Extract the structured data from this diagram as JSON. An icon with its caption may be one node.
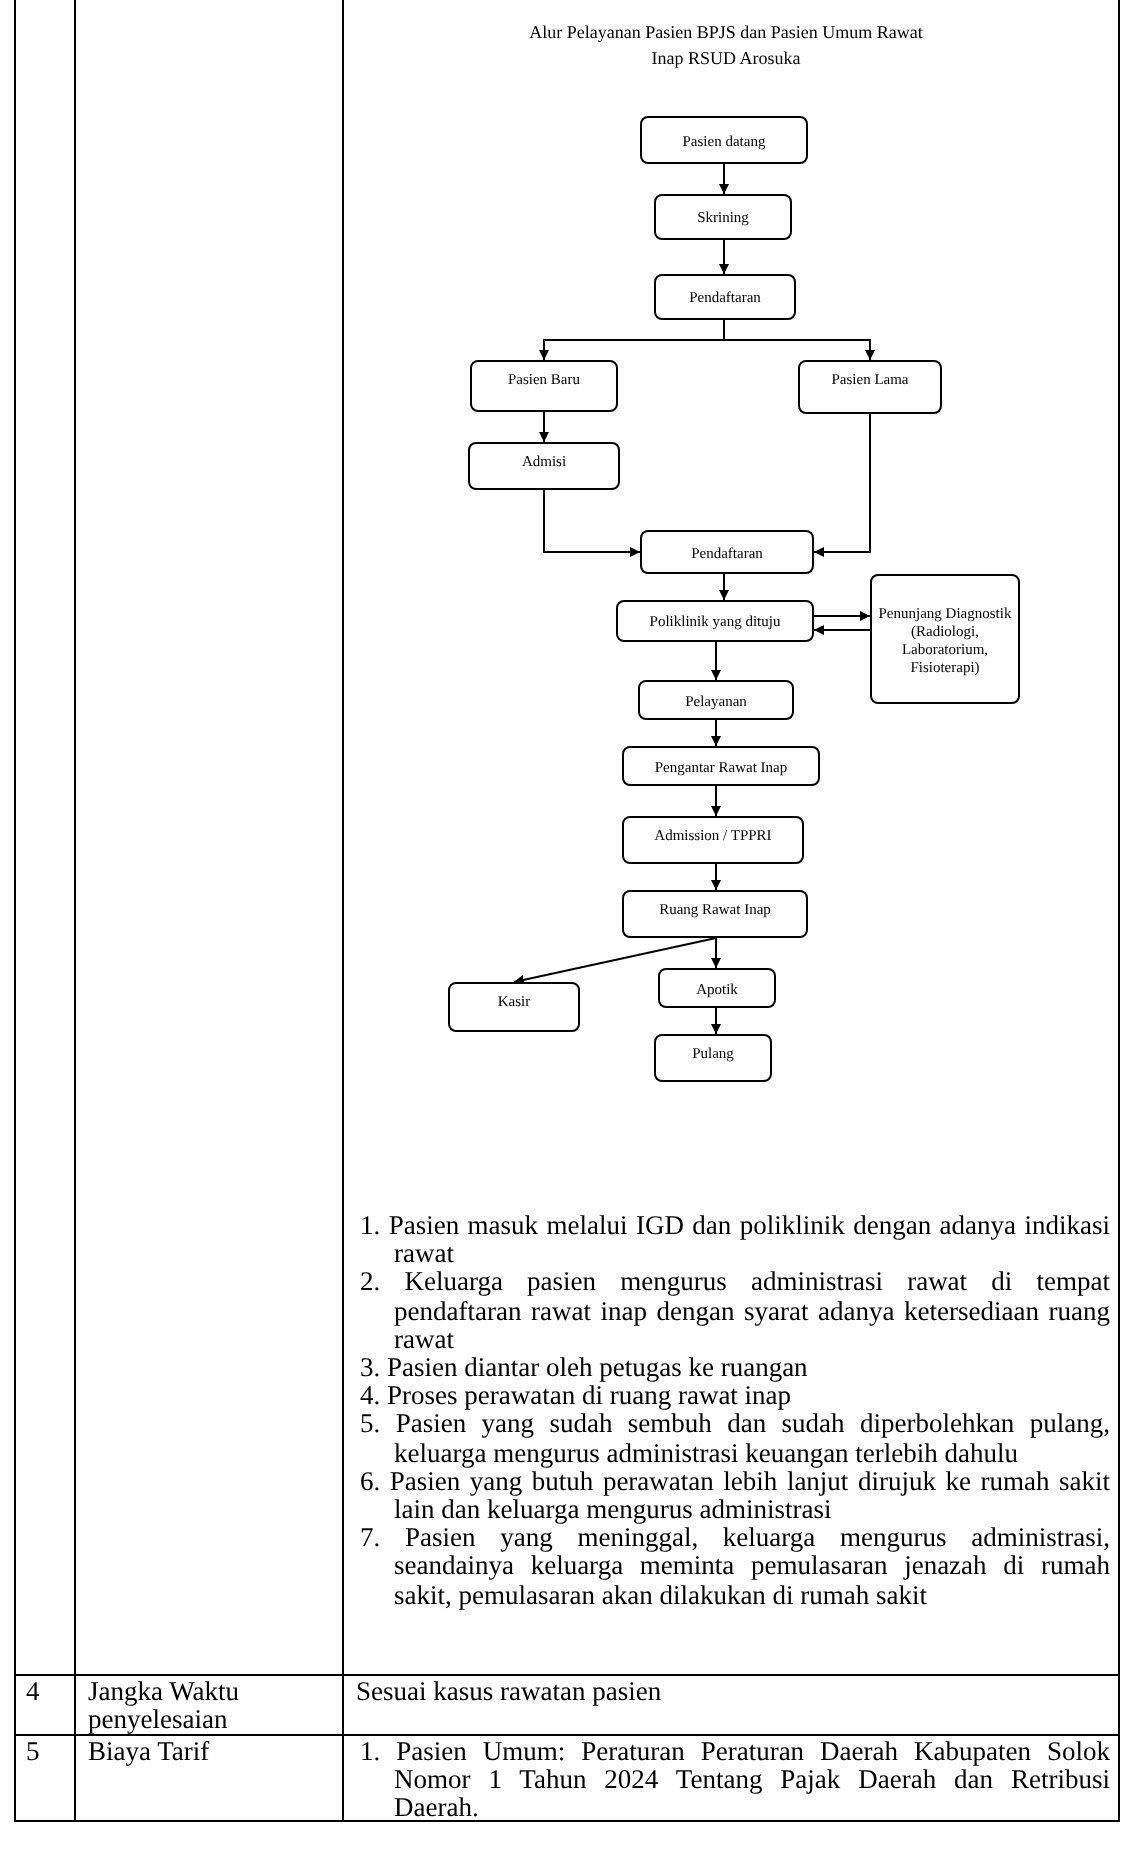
{
  "diagram": {
    "title": "Alur Pelayanan Pasien BPJS dan Pasien Umum Rawat Inap RSUD Arosuka",
    "nodes": [
      {
        "text": [
          "Pasien datang"
        ]
      },
      {
        "text": [
          "Skrining"
        ]
      },
      {
        "text": [
          "Pendaftaran"
        ]
      },
      {
        "text": [
          "Pasien Baru"
        ]
      },
      {
        "text": [
          "Pasien Lama"
        ]
      },
      {
        "text": [
          "Admisi"
        ]
      },
      {
        "text": [
          "Pendaftaran"
        ]
      },
      {
        "text": [
          "Poliklinik yang dituju"
        ]
      },
      {
        "text": [
          "Penunjang Diagnostik (Radiologi, Laboratorium, Fisioterapi)"
        ]
      },
      {
        "text": [
          "Pelayanan"
        ]
      },
      {
        "text": [
          "Pengantar Rawat Inap"
        ]
      },
      {
        "text": [
          "Admission / TPPRI"
        ]
      },
      {
        "text": [
          "Ruang Rawat Inap"
        ]
      },
      {
        "text": [
          "Kasir"
        ]
      },
      {
        "text": [
          "Apotik"
        ]
      },
      {
        "text": [
          "Pulang"
        ]
      }
    ],
    "edges": [
      {
        "from": 0,
        "to": 1,
        "arrow": "to"
      },
      {
        "from": 1,
        "to": 2,
        "arrow": "to"
      },
      {
        "from": 2,
        "to": 3,
        "arrow": "to"
      },
      {
        "from": 2,
        "to": 4,
        "arrow": "to"
      },
      {
        "from": 3,
        "to": 5,
        "arrow": "to"
      },
      {
        "from": 5,
        "to": 6,
        "arrow": "to"
      },
      {
        "from": 4,
        "to": 6,
        "arrow": "to"
      },
      {
        "from": 6,
        "to": 7,
        "arrow": "to"
      },
      {
        "from": 7,
        "to": 8,
        "arrow": "to"
      },
      {
        "from": 8,
        "to": 7,
        "arrow": "to"
      },
      {
        "from": 7,
        "to": 9,
        "arrow": "to"
      },
      {
        "from": 9,
        "to": 10,
        "arrow": "to"
      },
      {
        "from": 10,
        "to": 11,
        "arrow": "to"
      },
      {
        "from": 11,
        "to": 12,
        "arrow": "to"
      },
      {
        "from": 12,
        "to": 13,
        "arrow": "to"
      },
      {
        "from": 12,
        "to": 14,
        "arrow": "to"
      },
      {
        "from": 14,
        "to": 15,
        "arrow": "to"
      }
    ],
    "labels": [
      "1. Pasien masuk melalui IGD dan poliklinik dengan adanya indikasi rawat",
      "2. Keluarga pasien mengurus administrasi rawat di tempat pendaftaran rawat inap dengan syarat adanya ketersediaan ruang rawat",
      "3. Pasien diantar oleh petugas ke ruangan",
      "4. Proses perawatan di ruang rawat inap",
      "5. Pasien yang sudah sembuh dan sudah diperbolehkan pulang, keluarga mengurus administrasi keuangan terlebih dahulu",
      "6. Pasien yang butuh perawatan lebih lanjut dirujuk ke rumah sakit lain dan keluarga mengurus administrasi",
      "7. Pasien yang meninggal, keluarga mengurus administrasi, seandainya keluarga meminta pemulasaran jenazah di rumah sakit, pemulasaran akan dilakukan di rumah sakit",
      "4",
      "Jangka Waktu penyelesaian",
      "Sesuai kasus rawatan pasien",
      "5",
      "Biaya Tarif",
      "1. Pasien Umum: Peraturan Peraturan Daerah Kabupaten Solok Nomor 1 Tahun 2024 Tentang Pajak Daerah dan Retribusi Daerah."
    ]
  }
}
